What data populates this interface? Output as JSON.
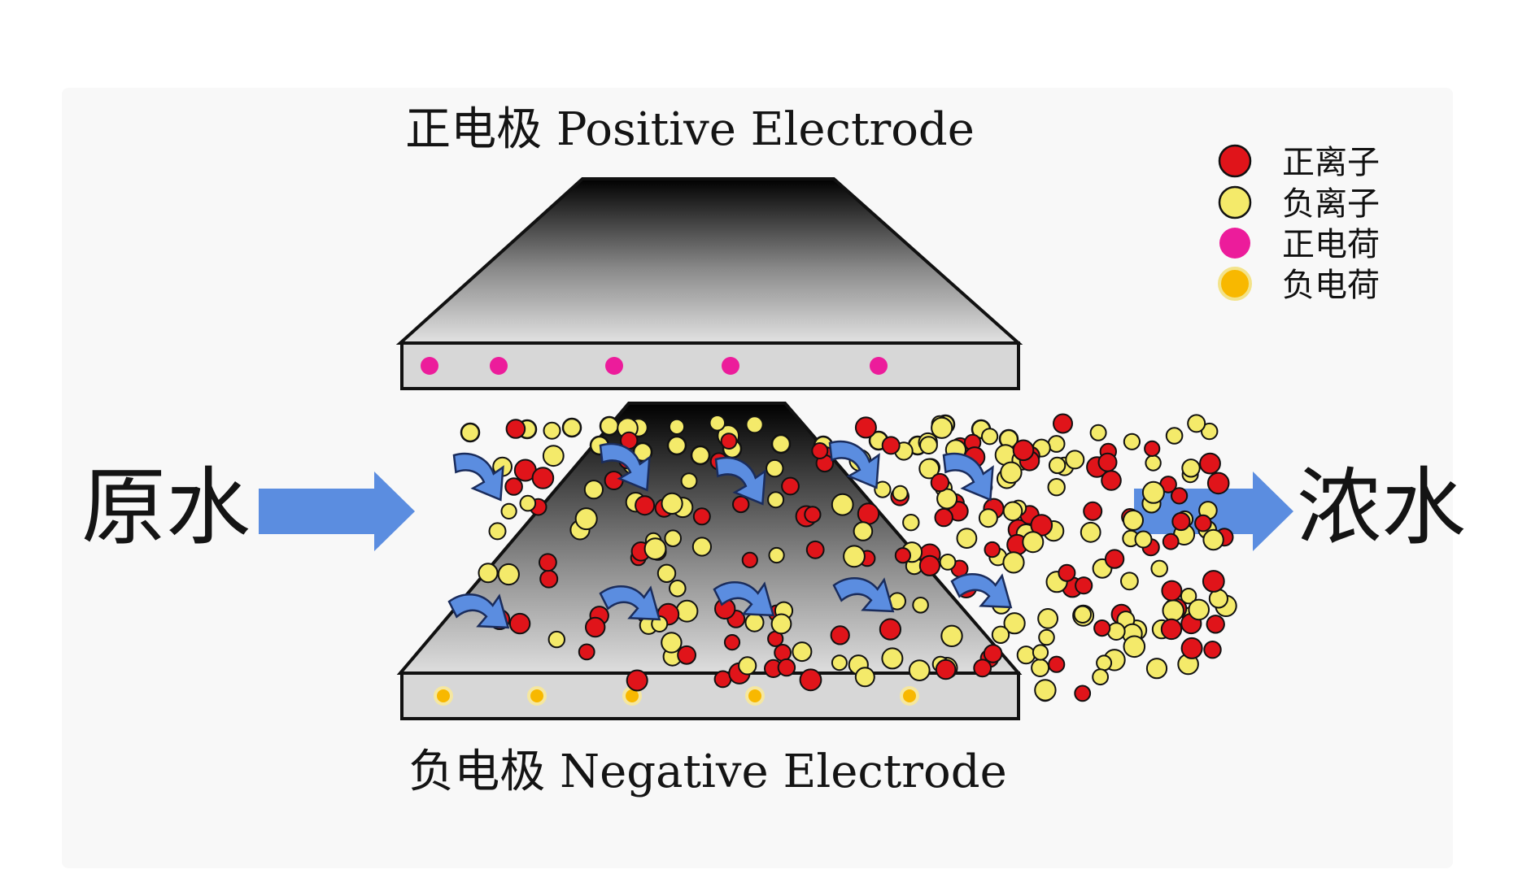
{
  "diagram": {
    "title_top": "正电极 Positive Electrode",
    "title_bottom": "负电极 Negative Electrode",
    "inlet_label": "原水",
    "outlet_label": "浓水",
    "legend": [
      {
        "label": "正离子",
        "color": "#e0141a",
        "icon": "red-circle-icon"
      },
      {
        "label": "负离子",
        "color": "#f4ea6a",
        "icon": "yellow-circle-icon"
      },
      {
        "label": "正电荷",
        "color": "#ec1c9b",
        "icon": "magenta-dot-icon"
      },
      {
        "label": "负电荷",
        "color": "#f8b800",
        "icon": "orange-dot-icon"
      }
    ],
    "colors": {
      "positive_ion": "#e0141a",
      "negative_ion": "#f4ea6a",
      "positive_charge": "#ec1c9b",
      "negative_charge": "#f8b800",
      "arrow": "#5b8de0",
      "electrode_dark": "#000000",
      "electrode_light": "#d9d9d9"
    }
  }
}
